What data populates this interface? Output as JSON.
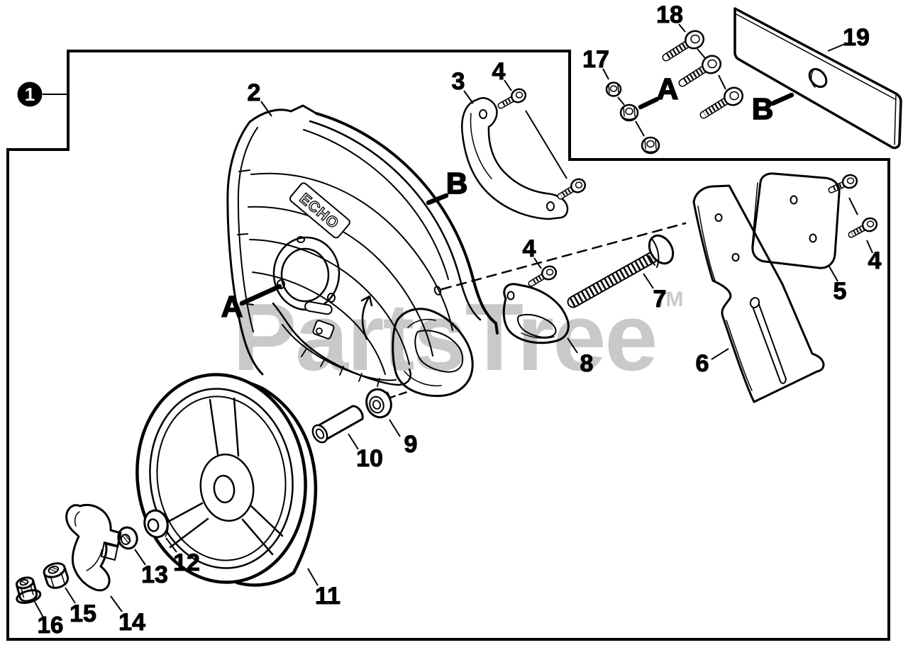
{
  "colors": {
    "line": "#000000",
    "background": "#ffffff",
    "watermark": "#c9c9c9"
  },
  "watermark": {
    "text": "PartsTree",
    "tm": "TM"
  },
  "diagram": {
    "brand_logo": "ECHO"
  },
  "callouts": {
    "c1": "1",
    "c2": "2",
    "c3": "3",
    "c4": "4",
    "c5": "5",
    "c6": "6",
    "c7": "7",
    "c8": "8",
    "c9": "9",
    "c10": "10",
    "c11": "11",
    "c12": "12",
    "c13": "13",
    "c14": "14",
    "c15": "15",
    "c16": "16",
    "c17": "17",
    "c18": "18",
    "c19": "19"
  },
  "ref_letters": {
    "a": "A",
    "b": "B"
  }
}
